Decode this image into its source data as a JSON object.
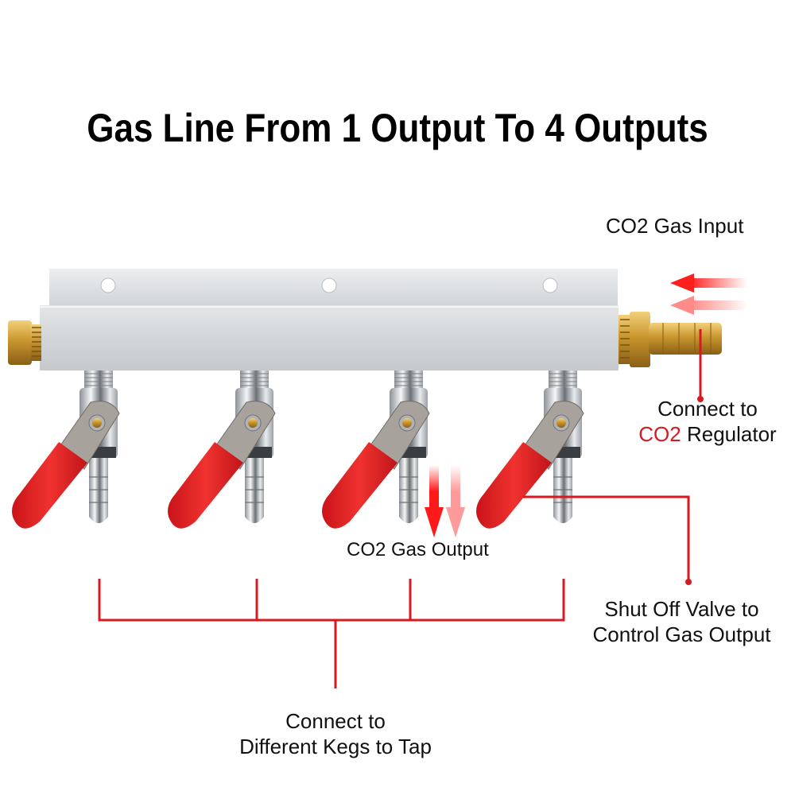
{
  "title": "Gas Line From 1 Output To 4 Outputs",
  "labels": {
    "gas_input": "CO2 Gas Input",
    "regulator_line1": "Connect to",
    "regulator_co2": "CO2",
    "regulator_rest": " Regulator",
    "gas_output": "CO2 Gas Output",
    "valve_line1": "Shut Off Valve to",
    "valve_line2": "Control Gas Output",
    "kegs_line1": "Connect to",
    "kegs_line2": "Different Kegs to Tap"
  },
  "colors": {
    "accent_red": "#d71920",
    "handle_red": "#e8262b",
    "aluminum": "#d4d6d9",
    "brass": "#c9962e",
    "chrome": "#c8ccd0"
  },
  "components": {
    "valve_count": 4,
    "mount_holes": 3
  }
}
